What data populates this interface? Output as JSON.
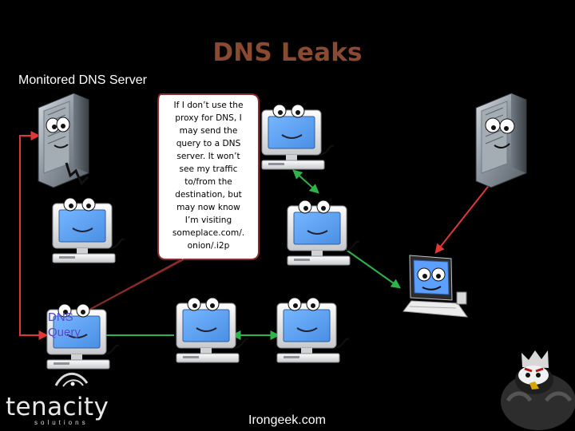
{
  "slide": {
    "title": "DNS Leaks",
    "server_label": "Monitored DNS Server",
    "bubble_text": "If I don’t use the\nproxy for DNS, I\nmay send the\nquery to a DNS\nserver. It won’t\nsee my traffic\nto/from the\ndestination, but\nmay now know\nI’m visiting\nsomeplace.com/.\nonion/.i2p",
    "dns_query": {
      "line1": "DNS",
      "line2": "Query"
    },
    "footer": "Irongeek.com"
  },
  "logo": {
    "word": "tenacity",
    "sub": "solutions"
  },
  "icons": {
    "server_left": "server-icon",
    "server_right": "server-icon",
    "client": "desktop-computer-icon",
    "mascot": "penguin-mascot-icon",
    "logo_mark": "tenacity-logo-icon"
  },
  "colors": {
    "title": "#8a4a31",
    "red_link": "#e03838",
    "green_link": "#2fb24a",
    "query_text": "#4b4bc8",
    "bubble_fill": "#ffffff",
    "bubble_border": "#8a2b2b"
  }
}
